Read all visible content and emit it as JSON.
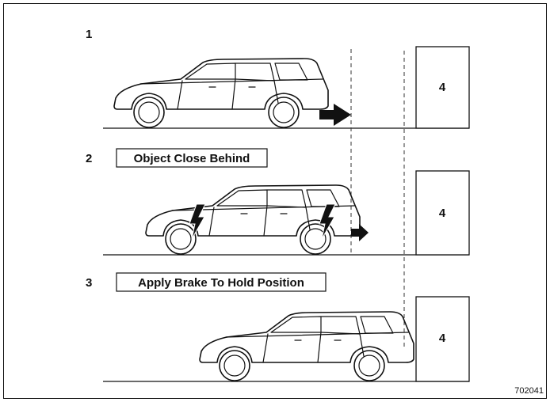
{
  "steps": [
    {
      "number": "1",
      "label": ""
    },
    {
      "number": "2",
      "label": "Object Close Behind"
    },
    {
      "number": "3",
      "label": "Apply Brake To Hold Position"
    }
  ],
  "obstacle_label": "4",
  "figure_code": "702041"
}
